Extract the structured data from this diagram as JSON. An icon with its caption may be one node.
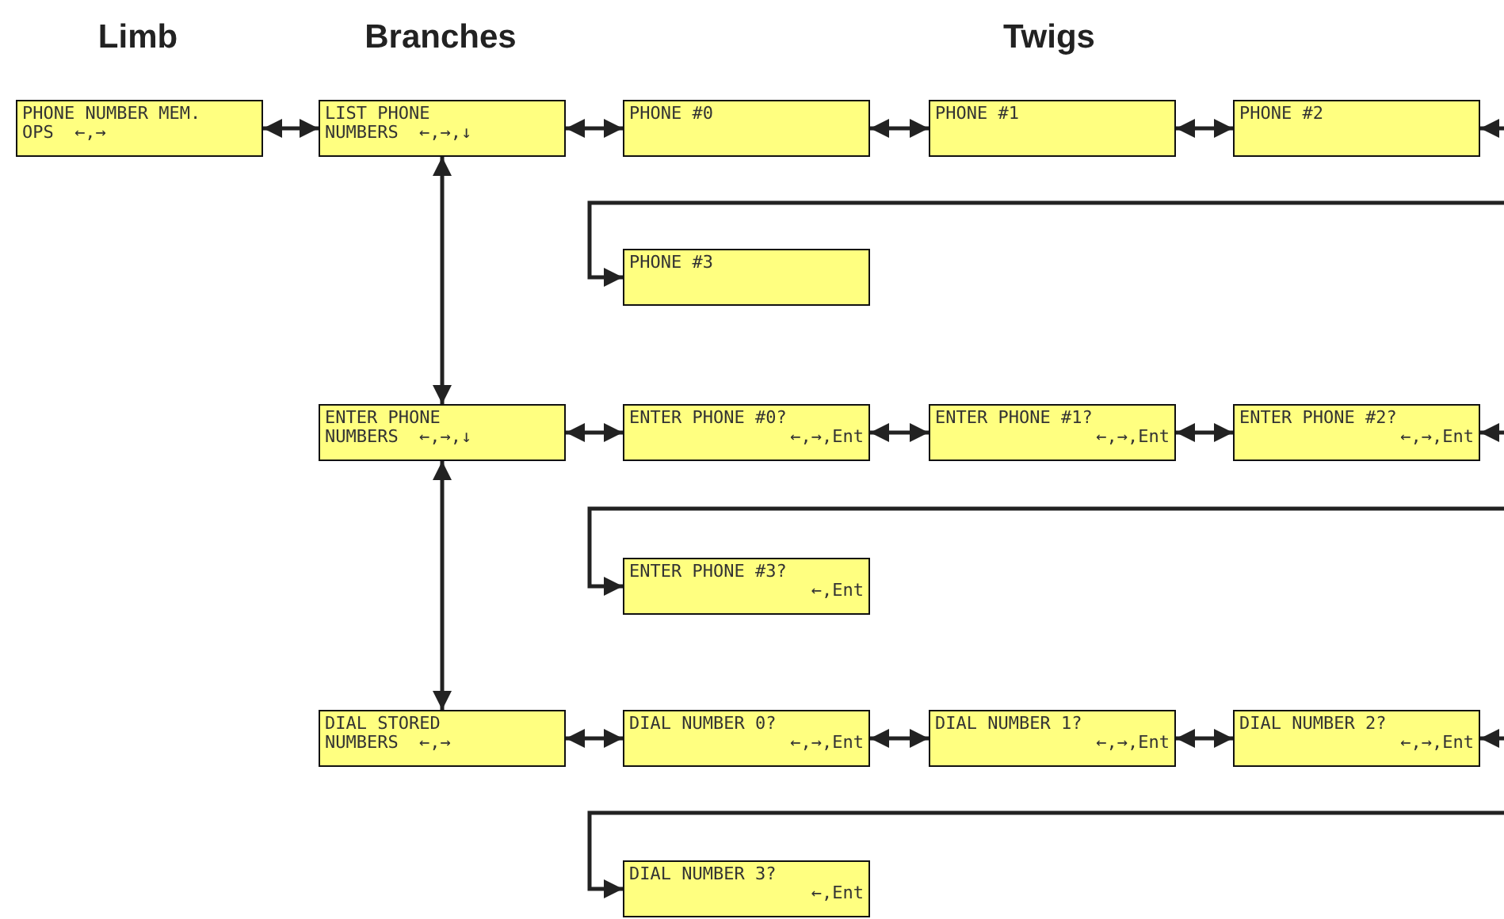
{
  "diagram": {
    "nodes": [
      {
        "text": [
          "PHONE NUMBER MEM. OPS",
          "←,→"
        ]
      },
      {
        "text": [
          "LIST PHONE NUMBERS",
          "←,→,↓"
        ]
      },
      {
        "text": [
          "PHONE #0"
        ]
      },
      {
        "text": [
          "PHONE #1"
        ]
      },
      {
        "text": [
          "PHONE #2"
        ]
      },
      {
        "text": [
          "PHONE #3"
        ]
      },
      {
        "text": [
          "ENTER PHONE NUMBERS",
          "←,→,↓"
        ]
      },
      {
        "text": [
          "ENTER PHONE #0?",
          "←,→,Ent"
        ]
      },
      {
        "text": [
          "ENTER PHONE #1?",
          "←,→,Ent"
        ]
      },
      {
        "text": [
          "ENTER PHONE #2?",
          "←,→,Ent"
        ]
      },
      {
        "text": [
          "ENTER PHONE #3?",
          "←,Ent"
        ]
      },
      {
        "text": [
          "DIAL STORED NUMBERS",
          "←,→"
        ]
      },
      {
        "text": [
          "DIAL NUMBER 0?",
          "←,→,Ent"
        ]
      },
      {
        "text": [
          "DIAL NUMBER 1?",
          "←,→,Ent"
        ]
      },
      {
        "text": [
          "DIAL NUMBER 2?",
          "←,→,Ent"
        ]
      },
      {
        "text": [
          "DIAL NUMBER 3?",
          "←,Ent"
        ]
      }
    ],
    "edges": [
      {
        "from": 0,
        "to": 1,
        "arrow": "both"
      },
      {
        "from": 1,
        "to": 2,
        "arrow": "both"
      },
      {
        "from": 2,
        "to": 3,
        "arrow": "both"
      },
      {
        "from": 3,
        "to": 4,
        "arrow": "both"
      },
      {
        "from": null,
        "to": 4,
        "arrow": "to"
      },
      {
        "from": null,
        "to": 5,
        "arrow": "to"
      },
      {
        "from": 1,
        "to": 6,
        "arrow": "both"
      },
      {
        "from": 6,
        "to": 7,
        "arrow": "both"
      },
      {
        "from": 7,
        "to": 8,
        "arrow": "both"
      },
      {
        "from": 8,
        "to": 9,
        "arrow": "both"
      },
      {
        "from": null,
        "to": 9,
        "arrow": "to"
      },
      {
        "from": null,
        "to": 10,
        "arrow": "to"
      },
      {
        "from": 6,
        "to": 11,
        "arrow": "both"
      },
      {
        "from": 11,
        "to": 12,
        "arrow": "both"
      },
      {
        "from": 12,
        "to": 13,
        "arrow": "both"
      },
      {
        "from": 13,
        "to": 14,
        "arrow": "both"
      },
      {
        "from": null,
        "to": 14,
        "arrow": "to"
      },
      {
        "from": null,
        "to": 15,
        "arrow": "to"
      }
    ],
    "labels": [
      "Limb",
      "Branches",
      "Twigs"
    ]
  }
}
